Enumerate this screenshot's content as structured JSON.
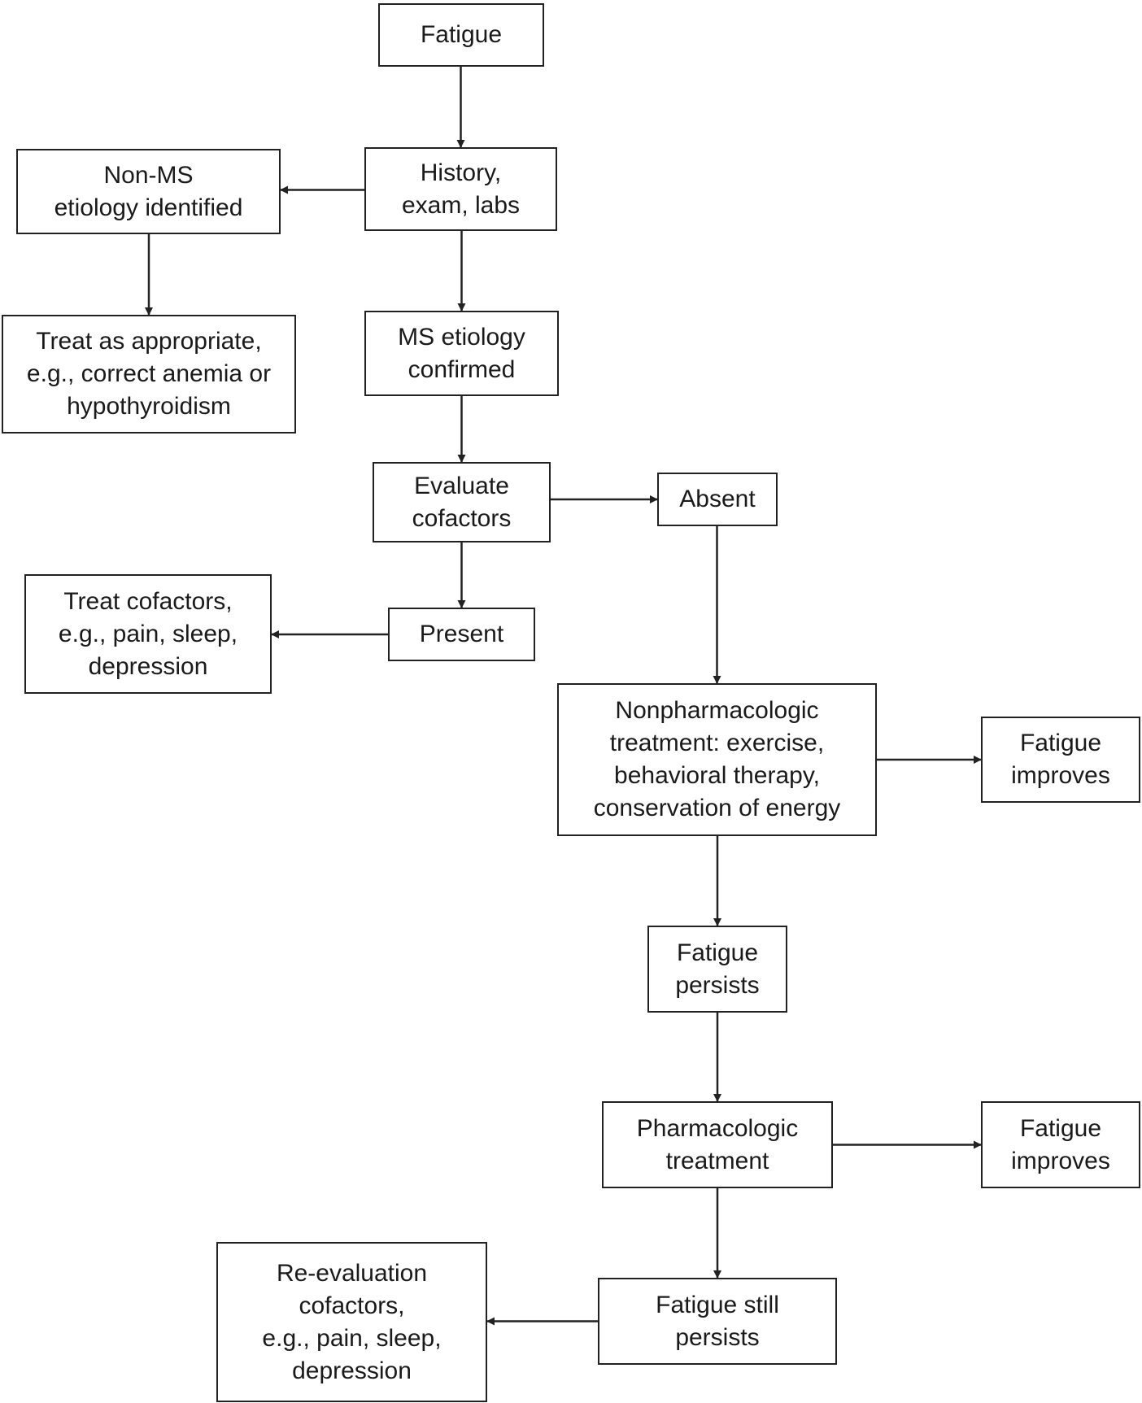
{
  "nodes": {
    "fatigue": {
      "lines": [
        "Fatigue"
      ]
    },
    "history": {
      "lines": [
        "History,",
        "exam, labs"
      ]
    },
    "non_ms": {
      "lines": [
        "Non-MS",
        "etiology identified"
      ]
    },
    "treat_appropriate": {
      "lines": [
        "Treat as appropriate,",
        "e.g., correct anemia or",
        "hypothyroidism"
      ]
    },
    "ms_confirmed": {
      "lines": [
        "MS etiology",
        "confirmed"
      ]
    },
    "evaluate_cofactors": {
      "lines": [
        "Evaluate",
        "cofactors"
      ]
    },
    "absent": {
      "lines": [
        "Absent"
      ]
    },
    "present": {
      "lines": [
        "Present"
      ]
    },
    "treat_cofactors": {
      "lines": [
        "Treat cofactors,",
        "e.g., pain, sleep,",
        "depression"
      ]
    },
    "nonpharm": {
      "lines": [
        "Nonpharmacologic",
        "treatment: exercise,",
        "behavioral therapy,",
        "conservation of energy"
      ]
    },
    "improves_1": {
      "lines": [
        "Fatigue",
        "improves"
      ]
    },
    "persists": {
      "lines": [
        "Fatigue",
        "persists"
      ]
    },
    "pharm": {
      "lines": [
        "Pharmacologic",
        "treatment"
      ]
    },
    "improves_2": {
      "lines": [
        "Fatigue",
        "improves"
      ]
    },
    "still_persists": {
      "lines": [
        "Fatigue still",
        "persists"
      ]
    },
    "reevaluation": {
      "lines": [
        "Re-evaluation",
        "cofactors,",
        "e.g., pain, sleep,",
        "depression"
      ]
    }
  },
  "edges": [
    {
      "from": "fatigue",
      "to": "history"
    },
    {
      "from": "history",
      "to": "non_ms"
    },
    {
      "from": "non_ms",
      "to": "treat_appropriate"
    },
    {
      "from": "history",
      "to": "ms_confirmed"
    },
    {
      "from": "ms_confirmed",
      "to": "evaluate_cofactors"
    },
    {
      "from": "evaluate_cofactors",
      "to": "absent"
    },
    {
      "from": "evaluate_cofactors",
      "to": "present"
    },
    {
      "from": "present",
      "to": "treat_cofactors"
    },
    {
      "from": "absent",
      "to": "nonpharm"
    },
    {
      "from": "nonpharm",
      "to": "improves_1"
    },
    {
      "from": "nonpharm",
      "to": "persists"
    },
    {
      "from": "persists",
      "to": "pharm"
    },
    {
      "from": "pharm",
      "to": "improves_2"
    },
    {
      "from": "pharm",
      "to": "still_persists"
    },
    {
      "from": "still_persists",
      "to": "reevaluation"
    }
  ]
}
